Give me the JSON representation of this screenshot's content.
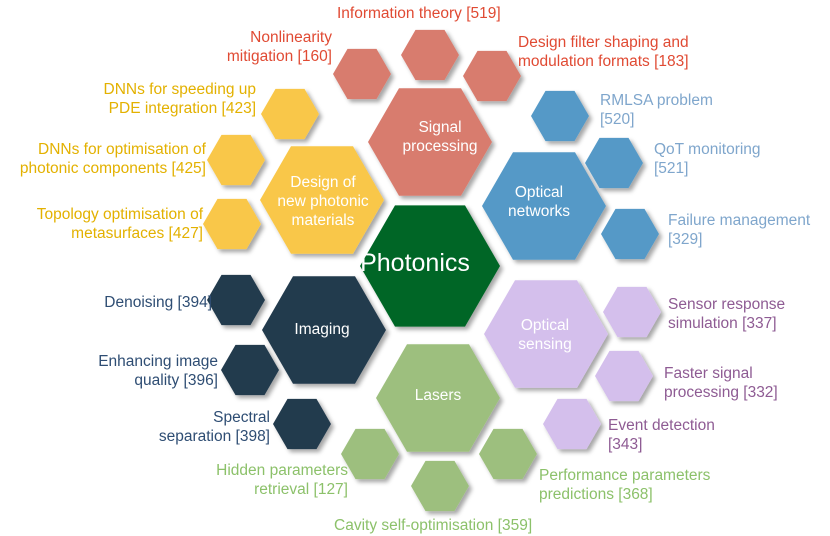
{
  "center": {
    "label": "Photonics",
    "color": "#056628"
  },
  "categories": [
    {
      "key": "signal",
      "label_line1": "Signal",
      "label_line2": "processing",
      "color": "#D87B6E",
      "text_color": "#E04A33",
      "apps": [
        {
          "line1": "Information theory [519]",
          "line2": ""
        },
        {
          "line1": "Nonlinearity",
          "line2": "mitigation [160]"
        },
        {
          "line1": "Design filter shaping and",
          "line2": "modulation formats [183]"
        }
      ]
    },
    {
      "key": "networks",
      "label_line1": "Optical",
      "label_line2": "networks",
      "color": "#5499C7",
      "text_color": "#7FA6CC",
      "apps": [
        {
          "line1": "RMLSA problem",
          "line2": "[520]"
        },
        {
          "line1": "QoT monitoring",
          "line2": "[521]"
        },
        {
          "line1": "Failure management",
          "line2": "[329]"
        }
      ]
    },
    {
      "key": "sensing",
      "label_line1": "Optical",
      "label_line2": "sensing",
      "color": "#D4BFEC",
      "text_color": "#8E5B93",
      "apps": [
        {
          "line1": "Sensor response",
          "line2": "simulation [337]"
        },
        {
          "line1": "Faster signal",
          "line2": "processing [332]"
        },
        {
          "line1": "Event detection",
          "line2": "[343]"
        }
      ]
    },
    {
      "key": "lasers",
      "label_line1": "Lasers",
      "label_line2": "",
      "color": "#9DBF7E",
      "text_color": "#8CC16A",
      "apps": [
        {
          "line1": "Performance parameters",
          "line2": "predictions [368]"
        },
        {
          "line1": "Cavity self-optimisation [359]",
          "line2": ""
        },
        {
          "line1": "Hidden parameters",
          "line2": "retrieval [127]"
        }
      ]
    },
    {
      "key": "imaging",
      "label_line1": "Imaging",
      "label_line2": "",
      "color": "#243A4E",
      "text_color": "#2E4D73",
      "apps": [
        {
          "line1": "Spectral",
          "line2": "separation [398]"
        },
        {
          "line1": "Enhancing image",
          "line2": "quality [396]"
        },
        {
          "line1": "Denoising [394]",
          "line2": ""
        }
      ]
    },
    {
      "key": "materials",
      "label_line1": "Design of",
      "label_line2": "new photonic",
      "label_line3": "materials",
      "color": "#F9C749",
      "text_color": "#E3B100",
      "apps": [
        {
          "line1": "Topology optimisation of",
          "line2": "metasurfaces [427]"
        },
        {
          "line1": "DNNs for optimisation of",
          "line2": "photonic components [425]"
        },
        {
          "line1": "DNNs for speeding up",
          "line2": "PDE integration [423]"
        }
      ]
    }
  ]
}
